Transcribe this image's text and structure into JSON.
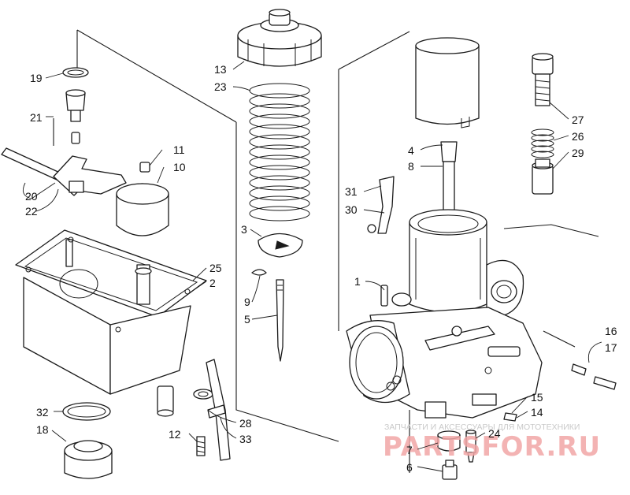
{
  "callouts": [
    {
      "id": "19",
      "text": "19"
    },
    {
      "id": "21",
      "text": "21"
    },
    {
      "id": "20",
      "text": "20"
    },
    {
      "id": "22",
      "text": "22"
    },
    {
      "id": "11",
      "text": "11"
    },
    {
      "id": "10",
      "text": "10"
    },
    {
      "id": "25",
      "text": "25"
    },
    {
      "id": "2",
      "text": "2"
    },
    {
      "id": "32",
      "text": "32"
    },
    {
      "id": "18",
      "text": "18"
    },
    {
      "id": "12",
      "text": "12"
    },
    {
      "id": "28",
      "text": "28"
    },
    {
      "id": "33",
      "text": "33"
    },
    {
      "id": "13",
      "text": "13"
    },
    {
      "id": "23",
      "text": "23"
    },
    {
      "id": "3",
      "text": "3"
    },
    {
      "id": "9",
      "text": "9"
    },
    {
      "id": "5",
      "text": "5"
    },
    {
      "id": "31",
      "text": "31"
    },
    {
      "id": "30",
      "text": "30"
    },
    {
      "id": "1",
      "text": "1"
    },
    {
      "id": "4",
      "text": "4"
    },
    {
      "id": "8",
      "text": "8"
    },
    {
      "id": "27",
      "text": "27"
    },
    {
      "id": "26",
      "text": "26"
    },
    {
      "id": "29",
      "text": "29"
    },
    {
      "id": "16",
      "text": "16"
    },
    {
      "id": "17",
      "text": "17"
    },
    {
      "id": "15",
      "text": "15"
    },
    {
      "id": "14",
      "text": "14"
    },
    {
      "id": "24",
      "text": "24"
    },
    {
      "id": "7",
      "text": "7"
    },
    {
      "id": "6",
      "text": "6"
    }
  ],
  "watermark": {
    "line": "ЗАПЧАСТИ И АКСЕССУАРЫ ДЛЯ МОТОТЕХНИКИ",
    "brand": "PARTSFOR.RU"
  }
}
